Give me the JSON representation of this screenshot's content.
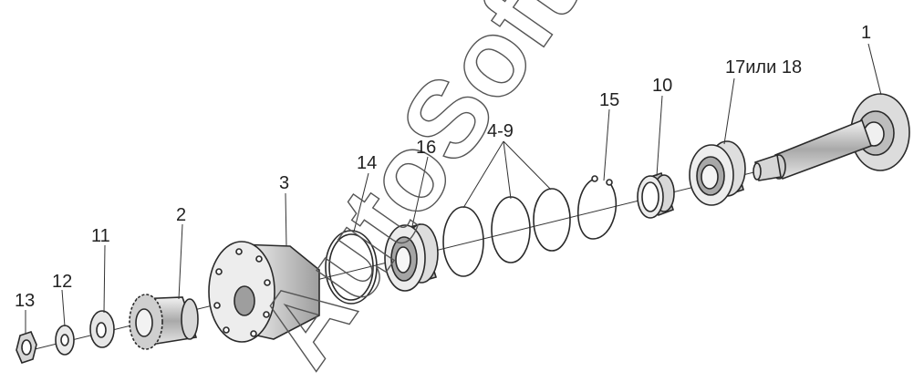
{
  "labels": {
    "p1": "1",
    "p2": "2",
    "p3": "3",
    "p4_9": "4-9",
    "p10": "10",
    "p11": "11",
    "p12": "12",
    "p13": "13",
    "p14": "14",
    "p15": "15",
    "p16": "16",
    "p17_18": "17или 18"
  },
  "watermark": "AutoSoft",
  "colors": {
    "line": "#2a2a2a",
    "shade": "#bdbdbd",
    "light": "#e8e8e8",
    "background": "#ffffff"
  }
}
